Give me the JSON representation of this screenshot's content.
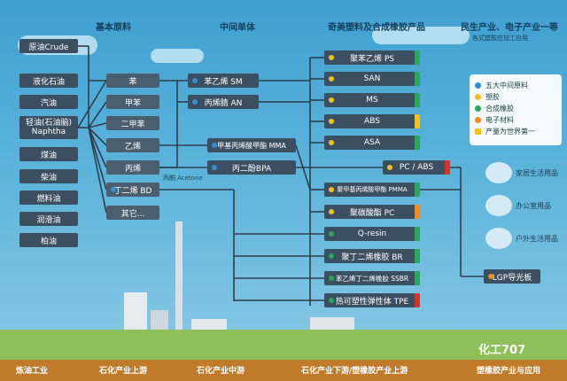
{
  "headers": {
    "raw": "基本原料",
    "mono": "中间单体",
    "products": "奇美塑料及合成橡胶产品",
    "consumer": "民生产业、电子产业一等",
    "consumer_sub": "各式塑胶应加工应用"
  },
  "sources": [
    "原油Crude",
    "液化石油",
    "汽油",
    "轻油(石油脑) Naphtha",
    "煤油",
    "柴油",
    "燃料油",
    "润滑油",
    "柏油"
  ],
  "basics": [
    "苯",
    "甲苯",
    "二甲苯",
    "乙烯",
    "丙烯",
    "丁二烯 BD",
    "其它..."
  ],
  "intermediates": [
    "苯乙烯 SM",
    "丙烯腈 AN",
    "甲基丙烯酸甲酯 MMA",
    "丙二酚BPA"
  ],
  "acetone_label": "丙酮 Acetone",
  "products": [
    "聚苯乙烯 PS",
    "SAN",
    "MS",
    "ABS",
    "ASA",
    "PC / ABS",
    "聚甲基丙烯酸甲酯 PMMA",
    "聚碳酸酯 PC",
    "Q-resin",
    "聚丁二烯橡胶 BR",
    "苯乙烯丁二烯橡胶 SSBR",
    "热可塑性弹性体 TPE"
  ],
  "lgp": "LGP导光板",
  "legend": [
    "五大中间原料",
    "塑胶",
    "合成橡胶",
    "电子材料",
    "产量为世界第一"
  ],
  "uses": [
    "家居生活用品",
    "办公室用品",
    "户外生活用品"
  ],
  "bottom": [
    "炼油工业",
    "石化产业上游",
    "石化产业中游",
    "石化产业下游/塑橡胶产业上游",
    "塑橡胶产业与应用"
  ],
  "watermark": "化工707",
  "colors": {
    "blue": "#2f8fd8",
    "yellow": "#f2c21b",
    "green": "#27a85a",
    "orange": "#f08c1e",
    "red": "#d8322c",
    "line": "#2f3e4c"
  }
}
